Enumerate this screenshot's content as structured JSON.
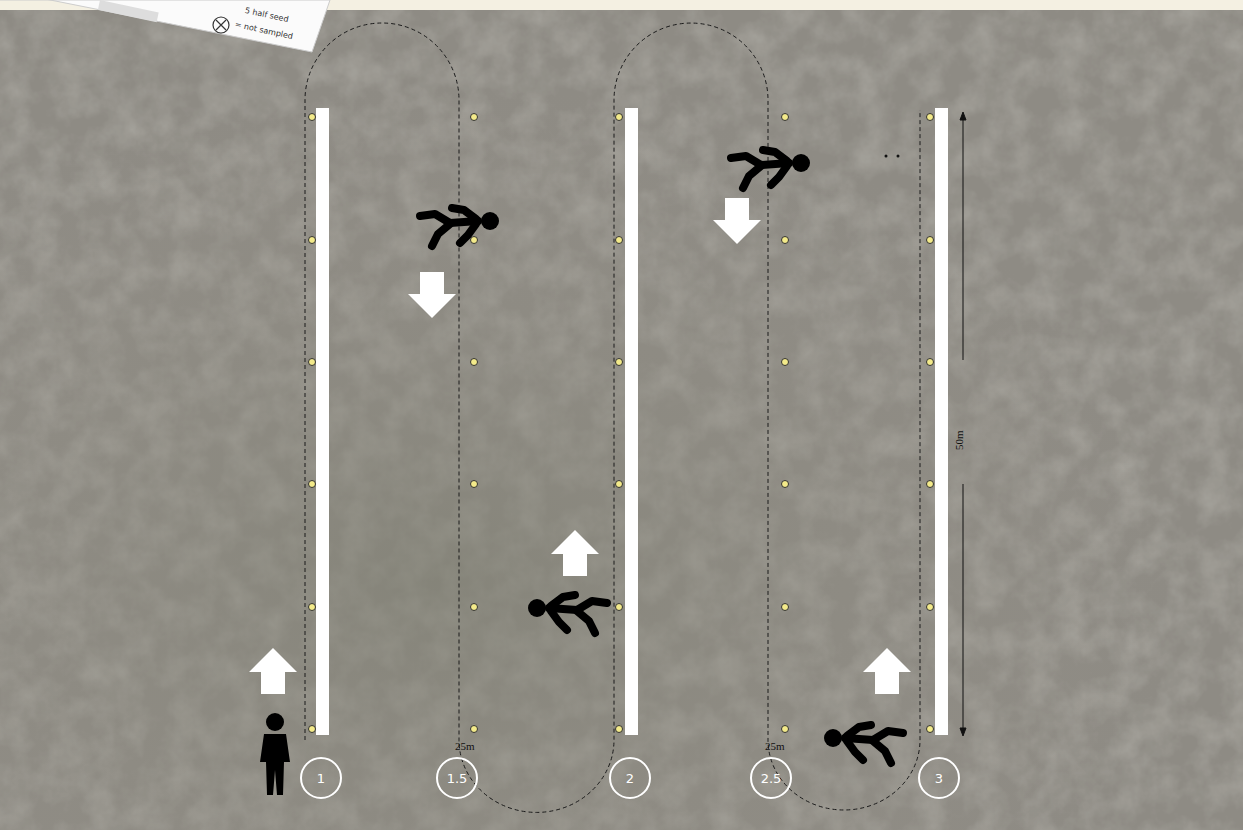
{
  "diagram": {
    "nodes": [
      {
        "text": [
          "1"
        ]
      },
      {
        "text": [
          "1.5"
        ]
      },
      {
        "text": [
          "2"
        ]
      },
      {
        "text": [
          "2.5"
        ]
      },
      {
        "text": [
          "3"
        ]
      }
    ],
    "labels": [
      "25m",
      "25m",
      "50m",
      "5 half seed",
      "= not sampled"
    ]
  }
}
